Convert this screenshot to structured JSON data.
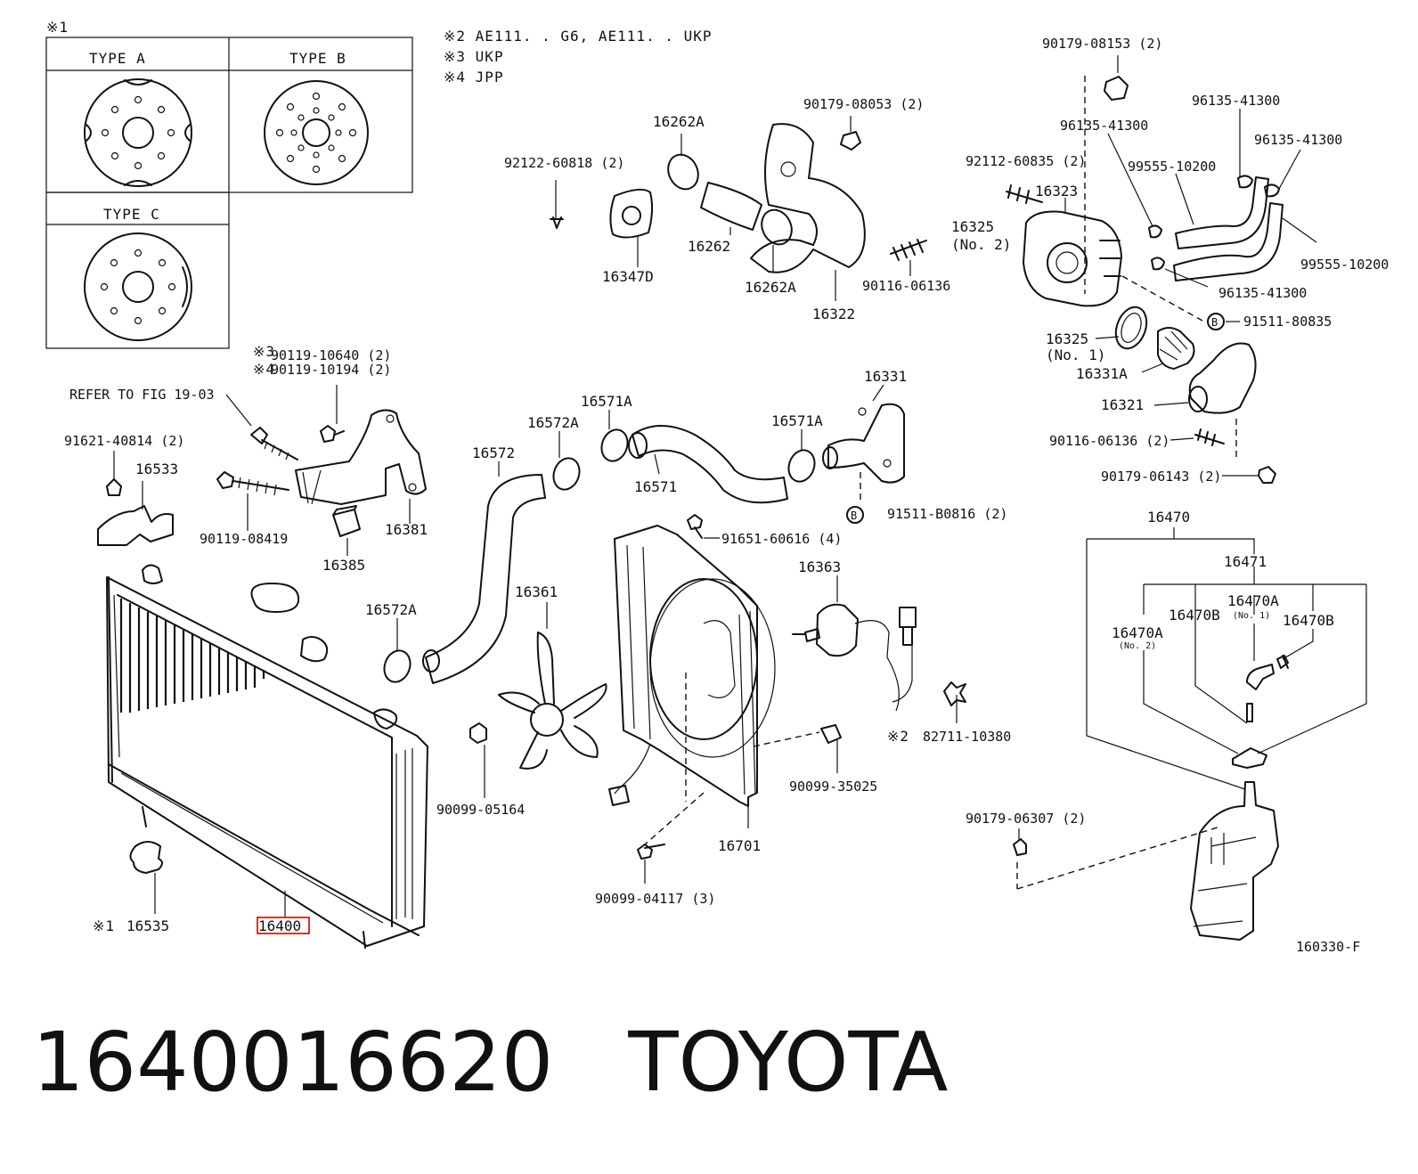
{
  "notes": {
    "n1_mark": "※1",
    "n2": "※2  AE111. . G6, AE111. . UKP",
    "n3": "※3  UKP",
    "n4": "※4  JPP"
  },
  "wheel_types": [
    "TYPE  A",
    "TYPE  B",
    "TYPE  C"
  ],
  "labels": {
    "p90179_08153": "90179-08153 (2)",
    "p96135_41300_a": "96135-41300",
    "p96135_41300_b": "96135-41300",
    "p96135_41300_c": "96135-41300",
    "p96135_41300_d": "96135-41300",
    "p99555_10200_a": "99555-10200",
    "p99555_10200_b": "99555-10200",
    "p92112_60835": "92112-60835 (2)",
    "p16323": "16323",
    "p16325_no2": "16325",
    "p16325_no2_sub": "(No. 2)",
    "p91511_80835": "91511-80835",
    "p16325_no1": "16325",
    "p16325_no1_sub": "(No. 1)",
    "p16331A": "16331A",
    "p16321": "16321",
    "p90116_06136_b": "90116-06136 (2)",
    "p90179_06143": "90179-06143 (2)",
    "p90179_08053": "90179-08053 (2)",
    "p16262A_a": "16262A",
    "p92122_60818": "92122-60818 (2)",
    "p16262": "16262",
    "p16347D": "16347D",
    "p16262A_b": "16262A",
    "p16322": "16322",
    "p90116_06136_a": "90116-06136",
    "p90119_10640": "90119-10640 (2)",
    "p90119_10194": "90119-10194 (2)",
    "refer": "REFER TO FIG 19-03",
    "p91621_40814": "91621-40814 (2)",
    "p16533": "16533",
    "p90119_08419": "90119-08419",
    "p16385": "16385",
    "p16381": "16381",
    "p16571A_a": "16571A",
    "p16572A_a": "16572A",
    "p16572": "16572",
    "p16571": "16571",
    "p16571A_b": "16571A",
    "p16331": "16331",
    "p91511_B0816": "91511-B0816 (2)",
    "p91651_60616": "91651-60616 (4)",
    "p16363": "16363",
    "p16361": "16361",
    "p16572A_b": "16572A",
    "p82711_10380": "82711-10380",
    "p90099_35025": "90099-35025",
    "p90099_05164": "90099-05164",
    "p16701": "16701",
    "p90099_04117": "90099-04117 (3)",
    "p16535": "16535",
    "p16400": "16400",
    "p16470": "16470",
    "p16471": "16471",
    "p16470A_no1": "16470A",
    "p16470A_no1_sub": "(No. 1)",
    "p16470B_a": "16470B",
    "p16470B_b": "16470B",
    "p16470A_no2": "16470A",
    "p16470A_no2_sub": "(No. 2)",
    "p90179_06307": "90179-06307 (2)",
    "fig_code": "160330-F",
    "mark_n3": "※3",
    "mark_n4": "※4",
    "mark_n2": "※2",
    "mark_n1": "※1",
    "b_mark": "B"
  },
  "highlight_color": "#d00000",
  "footer": {
    "part_number": "1640016620",
    "brand": "TOYOTA"
  }
}
